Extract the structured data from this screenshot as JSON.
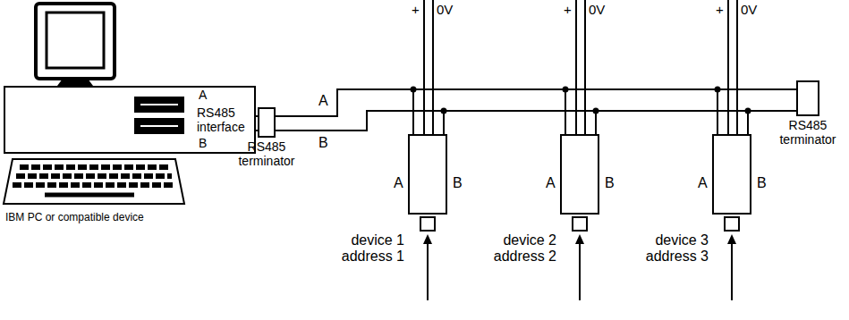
{
  "diagram": {
    "nodes": [
      {
        "text": [
          "RS485 interface"
        ]
      },
      {
        "text": [
          "RS485 terminator"
        ]
      },
      {
        "text": [
          "device 1 address 1"
        ]
      },
      {
        "text": [
          "device 2 address 2"
        ]
      },
      {
        "text": [
          "device 3 address 3"
        ]
      },
      {
        "text": [
          "RS485 terminator"
        ]
      }
    ],
    "edges": [
      {
        "from": 0,
        "to": 1,
        "arrow": "none"
      },
      {
        "from": 0,
        "to": 1,
        "arrow": "none"
      },
      {
        "from": 1,
        "to": 2,
        "arrow": "none"
      },
      {
        "from": 1,
        "to": 3,
        "arrow": "none"
      },
      {
        "from": 1,
        "to": 4,
        "arrow": "none"
      },
      {
        "from": 1,
        "to": 5,
        "arrow": "none"
      },
      {
        "from": 1,
        "to": 2,
        "arrow": "none"
      },
      {
        "from": 1,
        "to": 3,
        "arrow": "none"
      },
      {
        "from": 1,
        "to": 4,
        "arrow": "none"
      },
      {
        "from": 1,
        "to": 5,
        "arrow": "none"
      }
    ],
    "labels": [
      "A",
      "B",
      "A",
      "B",
      "+",
      "0V",
      "A",
      "B",
      "+",
      "0V",
      "A",
      "B",
      "+",
      "0V",
      "A",
      "B",
      "IBM PC or compatible device"
    ]
  }
}
